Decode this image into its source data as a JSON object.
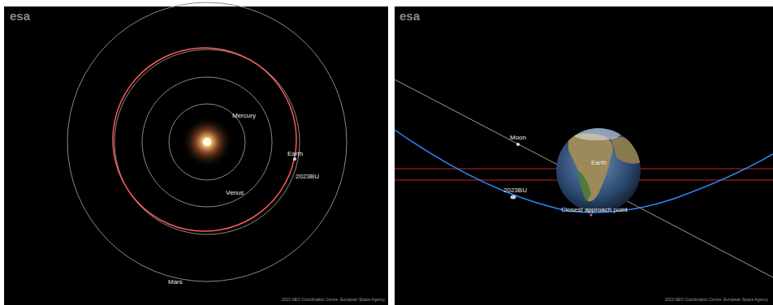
{
  "diagram": {
    "labels": [
      "esa",
      "Mercury",
      "Earth",
      "2023BU",
      "Venus",
      "Mars",
      "2023 NEO Coordination Centre. European Space Agency",
      "esa",
      "Moon",
      "Earth",
      "2023BU",
      "Closest approach point",
      "2023 NEO Coordination Centre. European Space Agency"
    ]
  }
}
